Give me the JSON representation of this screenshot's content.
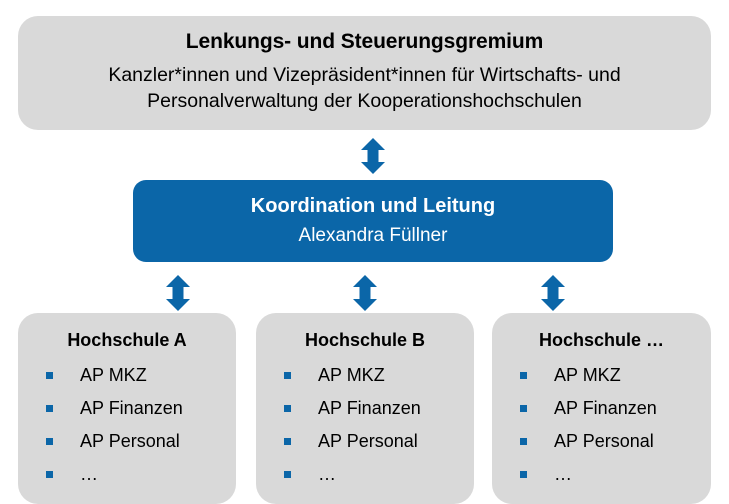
{
  "diagram": {
    "accent_blue": "#0b66a8",
    "box_gray": "#d9d9d9",
    "steering": {
      "title": "Lenkungs- und Steuerungsgremium",
      "subtitle": "Kanzler*innen und Vizepräsident*innen für Wirtschafts- und Personalverwaltung der Kooperationshochschulen"
    },
    "coordination": {
      "title": "Koordination und Leitung",
      "person": "Alexandra Füllner"
    },
    "schools": [
      {
        "title": "Hochschule A",
        "items": [
          "AP MKZ",
          "AP Finanzen",
          "AP Personal",
          "…"
        ]
      },
      {
        "title": "Hochschule B",
        "items": [
          "AP MKZ",
          "AP Finanzen",
          "AP Personal",
          "…"
        ]
      },
      {
        "title": "Hochschule …",
        "items": [
          "AP MKZ",
          "AP Finanzen",
          "AP Personal",
          "…"
        ]
      }
    ],
    "connectors": [
      {
        "name": "steering-to-coordination"
      },
      {
        "name": "coordination-to-school-a"
      },
      {
        "name": "coordination-to-school-b"
      },
      {
        "name": "coordination-to-school-c"
      }
    ]
  }
}
